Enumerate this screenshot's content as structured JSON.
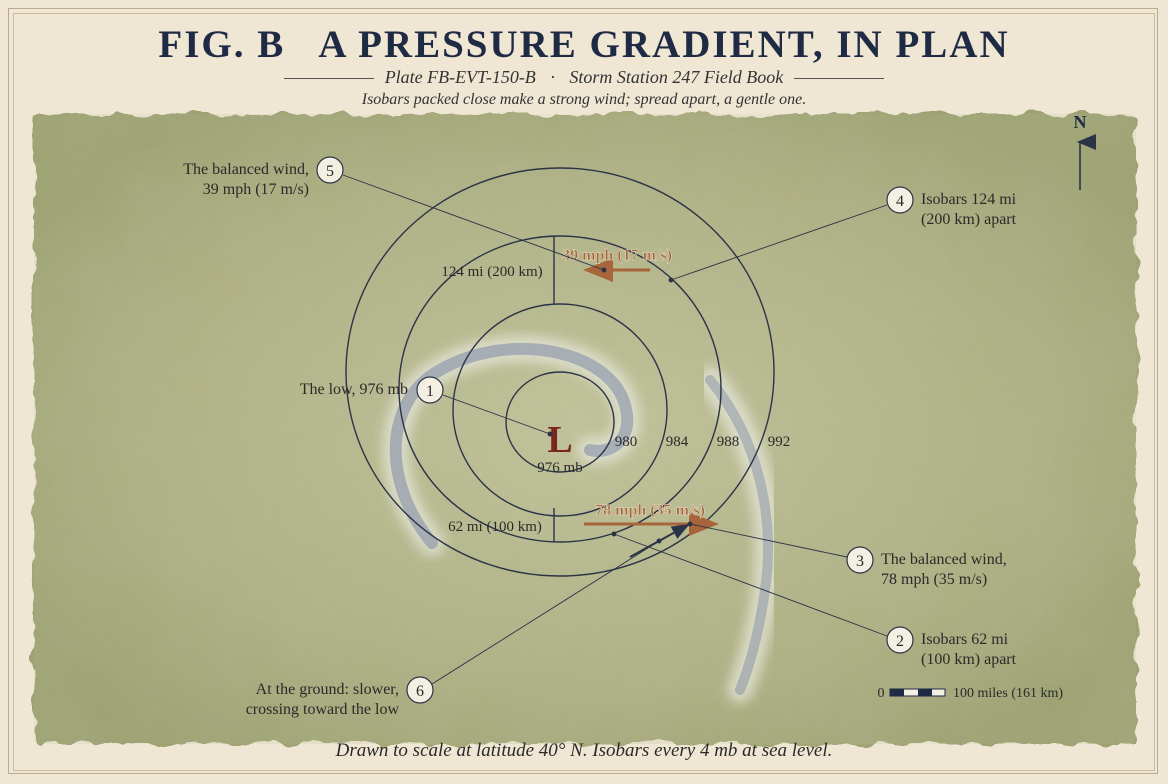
{
  "header": {
    "title": "FIG. B   A PRESSURE GRADIENT, IN PLAN",
    "plate": "Plate FB-EVT-150-B",
    "dot": "·",
    "field_book": "Storm Station 247 Field Book",
    "tagline": "Isobars packed close make a strong wind; spread apart, a gentle one."
  },
  "diagram": {
    "low_symbol": "L",
    "low_label": "976 mb",
    "isobar_labels": [
      "980",
      "984",
      "988",
      "992"
    ],
    "spacing_wide_label": "124 mi (200 km)",
    "spacing_narrow_label": "62 mi (100 km)",
    "wind_weak_label": "39 mph (17 m/s)",
    "wind_strong_label": "78 mph (35 m/s)",
    "north_label": "N",
    "colors": {
      "map": "#a4ab7e",
      "isobar": "#2b3446",
      "wind_arrow": "#a8643a",
      "low": "#7a2620",
      "storm_band": "#8e98b8"
    }
  },
  "callouts": [
    {
      "num": "1",
      "lines": [
        "The low, 976 mb"
      ]
    },
    {
      "num": "2",
      "lines": [
        "Isobars 62 mi",
        "(100 km) apart"
      ]
    },
    {
      "num": "3",
      "lines": [
        "The balanced wind,",
        "78 mph (35 m/s)"
      ]
    },
    {
      "num": "4",
      "lines": [
        "Isobars 124 mi",
        "(200 km) apart"
      ]
    },
    {
      "num": "5",
      "lines": [
        "The balanced wind,",
        "39 mph (17 m/s)"
      ]
    },
    {
      "num": "6",
      "lines": [
        "At the ground: slower,",
        "crossing toward the low"
      ]
    }
  ],
  "scale_bar": {
    "zero": "0",
    "label": "100 miles (161 km)"
  },
  "footer": "Drawn to scale at latitude 40° N. Isobars every 4 mb at sea level."
}
